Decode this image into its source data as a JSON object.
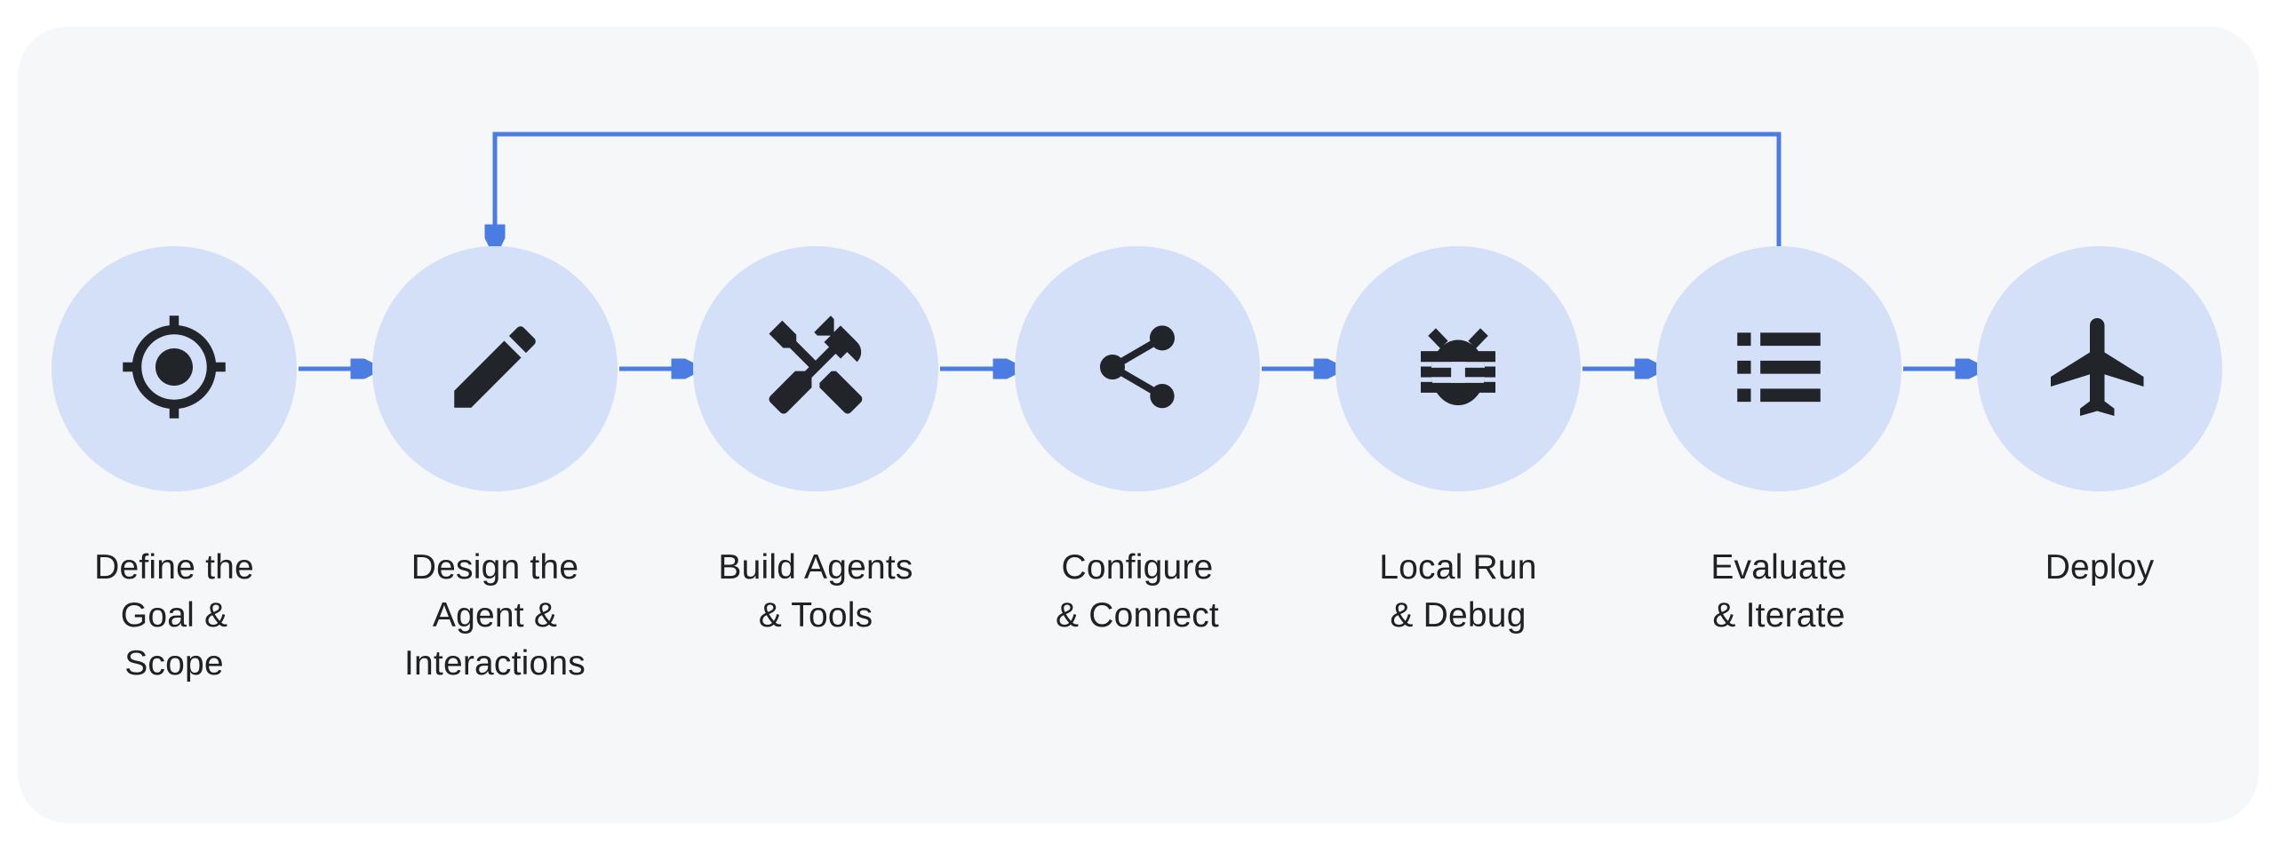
{
  "colors": {
    "page_bg": "#ffffff",
    "panel_bg": "#f6f7f9",
    "circle_fill": "#d4dff8",
    "icon": "#212429",
    "arrow": "#4a7ce2",
    "label_text": "#202124"
  },
  "workflow": {
    "nodes": [
      {
        "id": "define-goal-scope",
        "label": "Define the\nGoal &\nScope",
        "icon": "target-icon"
      },
      {
        "id": "design-agent-interactions",
        "label": "Design the\nAgent &\nInteractions",
        "icon": "pencil-icon"
      },
      {
        "id": "build-agents-tools",
        "label": "Build Agents\n& Tools",
        "icon": "tools-icon"
      },
      {
        "id": "configure-connect",
        "label": "Configure\n& Connect",
        "icon": "share-icon"
      },
      {
        "id": "local-run-debug",
        "label": "Local Run\n& Debug",
        "icon": "bug-icon"
      },
      {
        "id": "evaluate-iterate",
        "label": "Evaluate\n& Iterate",
        "icon": "list-icon"
      },
      {
        "id": "deploy",
        "label": "Deploy",
        "icon": "airplane-icon"
      }
    ],
    "edges": [
      {
        "from": "define-goal-scope",
        "to": "design-agent-interactions",
        "type": "forward"
      },
      {
        "from": "design-agent-interactions",
        "to": "build-agents-tools",
        "type": "forward"
      },
      {
        "from": "build-agents-tools",
        "to": "configure-connect",
        "type": "forward"
      },
      {
        "from": "configure-connect",
        "to": "local-run-debug",
        "type": "forward"
      },
      {
        "from": "local-run-debug",
        "to": "evaluate-iterate",
        "type": "forward"
      },
      {
        "from": "evaluate-iterate",
        "to": "deploy",
        "type": "forward"
      },
      {
        "from": "evaluate-iterate",
        "to": "design-agent-interactions",
        "type": "feedback-loop"
      }
    ]
  }
}
